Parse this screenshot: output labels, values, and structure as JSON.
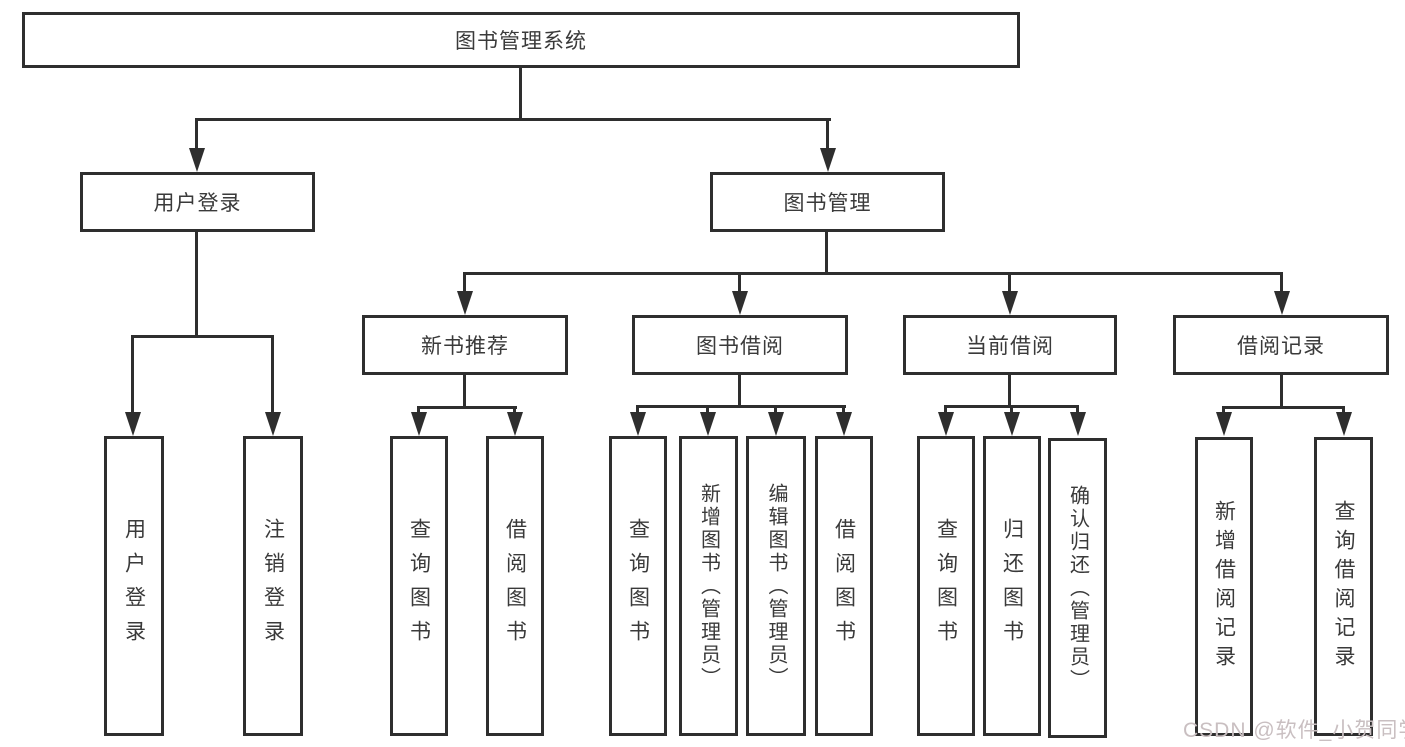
{
  "nodes": {
    "root": "图书管理系统",
    "user_login": "用户登录",
    "book_mgmt": "图书管理",
    "ul_login": "用户登录",
    "ul_logout": "注销登录",
    "new_rec": "新书推荐",
    "borrow": "图书借阅",
    "current": "当前借阅",
    "history": "借阅记录",
    "nr_query": "查询图书",
    "nr_borrow": "借阅图书",
    "bw_query": "查询图书",
    "bw_add": "新增图书（管理员）",
    "bw_edit": "编辑图书（管理员）",
    "bw_borrow": "借阅图书",
    "cu_query": "查询图书",
    "cu_return": "归还图书",
    "cu_confirm": "确认归还（管理员）",
    "hi_add": "新增借阅记录",
    "hi_query": "查询借阅记录"
  },
  "watermark": "CSDN @软件_小贺同学",
  "colors": {
    "line": "#2e2e2e",
    "text": "#3a3a3a",
    "watermark": "#c9bfc1",
    "background": "#ffffff"
  }
}
